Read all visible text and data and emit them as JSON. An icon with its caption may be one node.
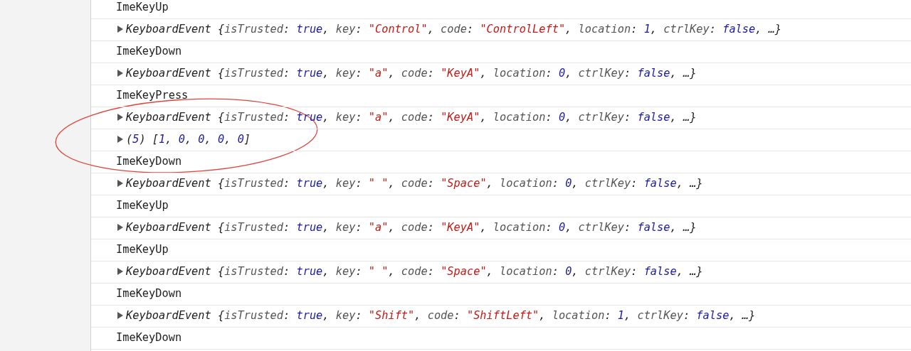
{
  "diagram": {
    "labels": [
      "ImeKeyUp",
      "KeyboardEvent {isTrusted: true, key: \"Control\", code: \"ControlLeft\", location: 1, ctrlKey: false, …}",
      "ImeKeyDown",
      "KeyboardEvent {isTrusted: true, key: \"a\", code: \"KeyA\", location: 0, ctrlKey: false, …}",
      "ImeKeyPress",
      "KeyboardEvent {isTrusted: true, key: \"a\", code: \"KeyA\", location: 0, ctrlKey: false, …}",
      "(5) [1, 0, 0, 0, 0]",
      "ImeKeyDown",
      "KeyboardEvent {isTrusted: true, key: \" \", code: \"Space\", location: 0, ctrlKey: false, …}",
      "ImeKeyUp",
      "KeyboardEvent {isTrusted: true, key: \"a\", code: \"KeyA\", location: 0, ctrlKey: false, …}",
      "ImeKeyUp",
      "KeyboardEvent {isTrusted: true, key: \" \", code: \"Space\", location: 0, ctrlKey: false, …}",
      "ImeKeyDown",
      "KeyboardEvent {isTrusted: true, key: \"Shift\", code: \"ShiftLeft\", location: 1, ctrlKey: false, …}",
      "ImeKeyDown"
    ]
  }
}
